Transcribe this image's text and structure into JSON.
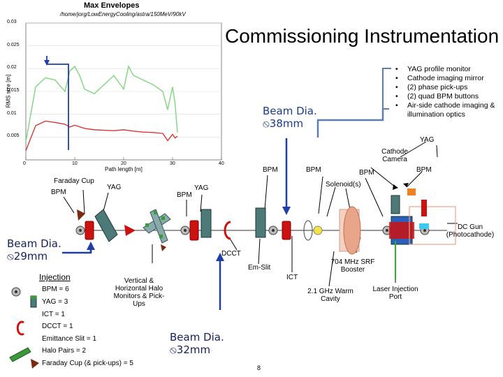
{
  "title": "Commissioning Instrumentation",
  "inset_chart": {
    "title": "Max Envelopes",
    "path_text": "/home/jorg/LowEnergyCooling/astra/150MeV/90kV",
    "ylabel": "RMS size [m]",
    "xlabel": "Path length [m]",
    "yticks": [
      "0.03",
      "0.025",
      "0.02",
      "0.015",
      "0.01",
      "0.005"
    ],
    "xticks": [
      "0",
      "10",
      "20",
      "30",
      "40"
    ]
  },
  "chart_data": {
    "type": "line",
    "title": "Max Envelopes",
    "xlabel": "Path length [m]",
    "ylabel": "RMS size [m]",
    "xlim": [
      0,
      40
    ],
    "ylim": [
      0,
      0.03
    ],
    "series": [
      {
        "color": "#7ed67e",
        "x": [
          0,
          2,
          4,
          6,
          8,
          9,
          10,
          11,
          12,
          14,
          16,
          18,
          20,
          21,
          22,
          24,
          26,
          28,
          29,
          30,
          30.5,
          31
        ],
        "y": [
          0.004,
          0.016,
          0.018,
          0.0175,
          0.015,
          0.0195,
          0.0205,
          0.0185,
          0.0155,
          0.0145,
          0.0165,
          0.0185,
          0.0155,
          0.0205,
          0.0185,
          0.0175,
          0.0165,
          0.015,
          0.011,
          0.016,
          0.0125,
          0.006
        ]
      },
      {
        "color": "#d83838",
        "x": [
          0,
          2,
          4,
          6,
          8,
          9,
          10,
          12,
          14,
          16,
          18,
          20,
          22,
          24,
          26,
          28,
          29,
          30,
          30.5,
          31
        ],
        "y": [
          0.002,
          0.0075,
          0.0085,
          0.0082,
          0.0078,
          0.0072,
          0.0076,
          0.0069,
          0.0066,
          0.0065,
          0.0064,
          0.0066,
          0.0063,
          0.0061,
          0.006,
          0.0058,
          0.0042,
          0.0056,
          0.0048,
          0.0052
        ]
      }
    ]
  },
  "bullets": [
    "YAG profile monitor",
    "Cathode imaging mirror",
    "(2) phase pick-ups",
    "(2) quad BPM buttons",
    "Air-side cathode imaging & illumination optics"
  ],
  "labels": {
    "beam_dia_38": "Beam Dia. ⦸38mm",
    "beam_dia_29": "Beam Dia. ⦸29mm",
    "beam_dia_32": "Beam Dia. ⦸32mm",
    "yag_top_right": "YAG",
    "cathode_camera": "Cathode Camera",
    "bpm_1": "BPM",
    "bpm_2": "BPM",
    "bpm_3": "BPM",
    "bpm_4": "BPM",
    "faraday_cup": "Faraday Cup",
    "bpm_left": "BPM",
    "yag_left": "YAG",
    "yag_mid": "YAG",
    "bpm_mid": "BPM",
    "solenoids": "Solenoid(s)",
    "dc_gun": "DC Gun (Photocathode)",
    "dcct": "DCCT",
    "em_slit": "Em-Slit",
    "ict": "ICT",
    "srf_booster": "704 MHz SRF Booster",
    "warm_cavity": "2.1 GHz Warm Cavity",
    "laser_port": "Laser Injection Port",
    "vertical_halo": "Vertical & Horizontal Halo Monitors & Pick-Ups",
    "page_number": "8"
  },
  "legend": {
    "heading": "Injection",
    "items": [
      "BPM = 6",
      "YAG = 3",
      "ICT = 1",
      "DCCT = 1",
      "Emittance Slit = 1",
      "Halo Pairs = 2",
      "Faraday Cup (& pick-ups) = 5"
    ]
  },
  "colors": {
    "beam_arrow_blue": "#1e3ea8",
    "connector_steel": "#5a7fb0",
    "bpm_red": "#cc1111",
    "yag_teal": "#4c7a78",
    "halo_green": "#3a9a3a",
    "dc_gun_blue": "#2d5fb8",
    "cavity_pink": "#e9a58a",
    "ict_yellow": "#f4e24a",
    "laser_green": "#2fb02f"
  }
}
